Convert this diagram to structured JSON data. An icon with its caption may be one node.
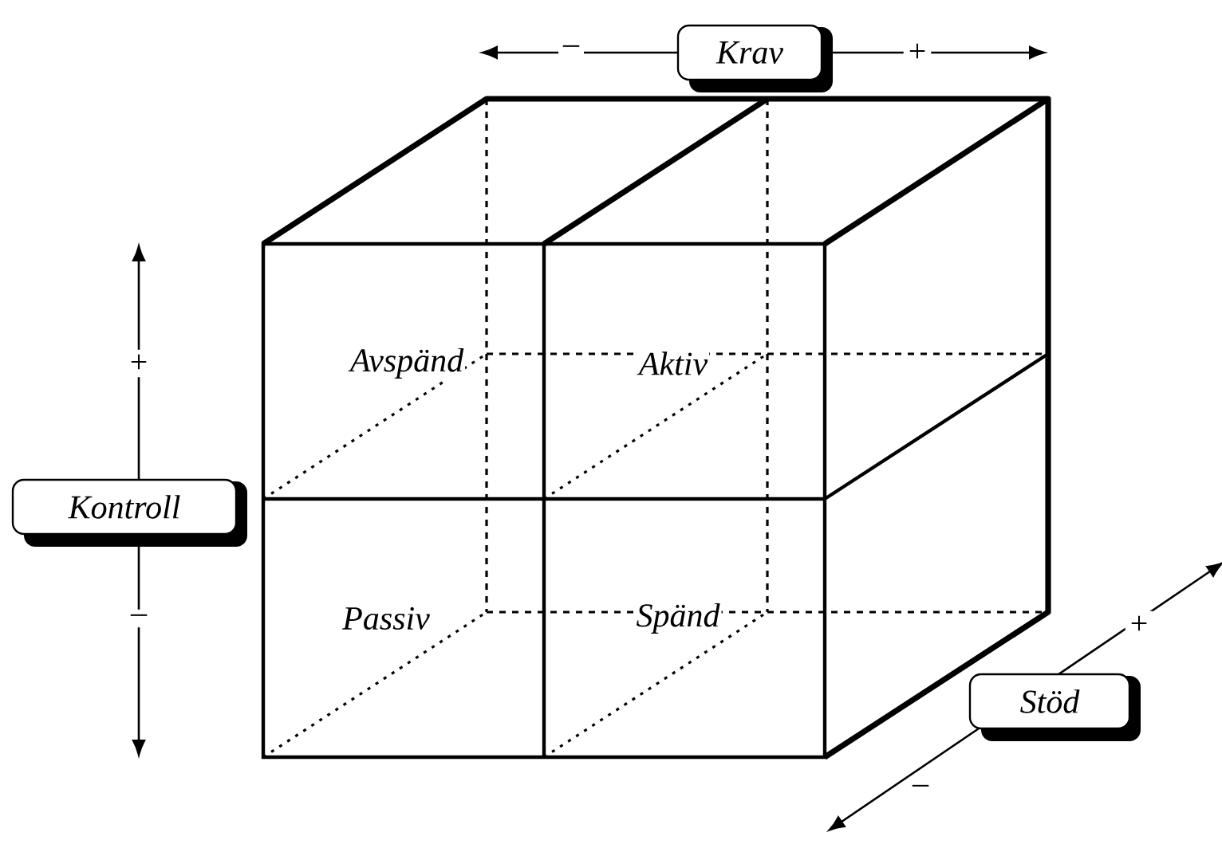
{
  "diagram": {
    "nodes": [
      {
        "text": [
          "Krav"
        ]
      },
      {
        "text": [
          "Kontroll"
        ]
      },
      {
        "text": [
          "Stöd"
        ]
      }
    ],
    "labels": [
      "–",
      "+",
      "+",
      "Avspänd",
      "Aktiv",
      "–",
      "Passiv",
      "Spänd",
      "+",
      "–"
    ]
  }
}
